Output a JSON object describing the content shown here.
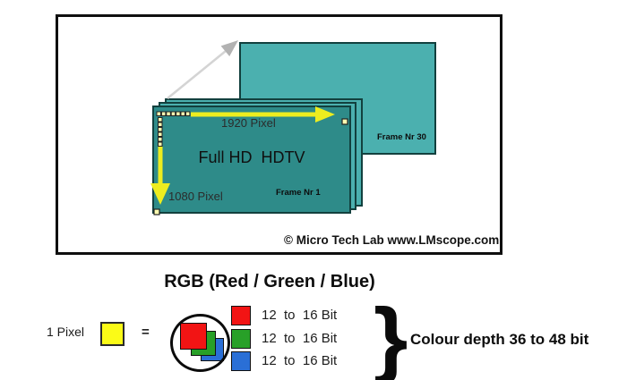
{
  "colors": {
    "frame_front": "#2e8b89",
    "frame_back": "#4bb0af",
    "frame_border": "#12403e",
    "arrow_yellow": "#eded1f",
    "dot_yellow": "#ffffb2",
    "pixel_yellow": "#fbfb17",
    "red": "#f21414",
    "green": "#28a028",
    "blue": "#2a6fd6",
    "gray_line": "#d4d4d4",
    "gray_head": "#b2b2b2"
  },
  "diagram": {
    "width_label": "1920 Pixel",
    "height_label": "1080 Pixel",
    "screen_title": "Full HD  HDTV",
    "frame_front_label": "Frame Nr 1",
    "frame_back_label": "Frame Nr 30",
    "copyright": "© Micro Tech Lab www.LMscope.com"
  },
  "rgb_section": {
    "heading": "RGB (Red / Green / Blue)",
    "pixel_label": "1 Pixel",
    "equals": "=",
    "channels": [
      {
        "name": "red",
        "label": "12  to  16 Bit"
      },
      {
        "name": "green",
        "label": "12  to  16 Bit"
      },
      {
        "name": "blue",
        "label": "12  to  16 Bit"
      }
    ],
    "brace": "}",
    "depth_label": "Colour depth 36 to 48 bit"
  }
}
